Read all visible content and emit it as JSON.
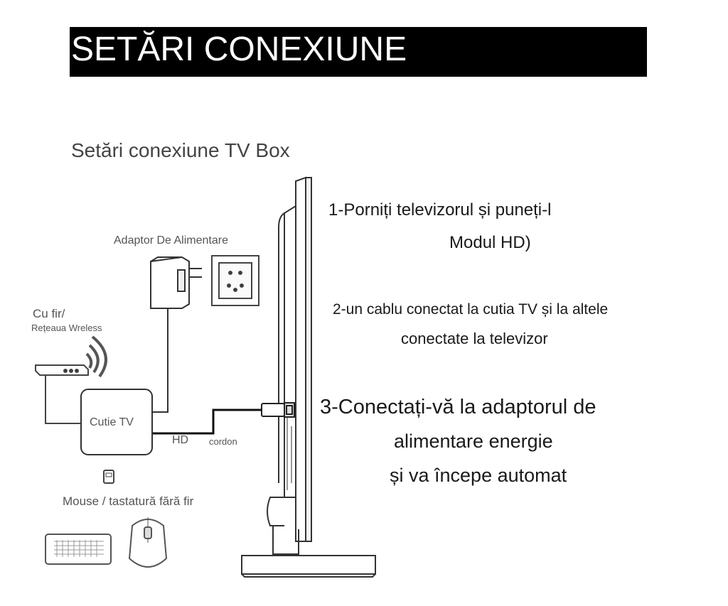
{
  "header": {
    "title": "SETĂRI CONEXIUNE"
  },
  "subtitle": "Setări conexiune TV Box",
  "steps": {
    "step1_line1": "1-Porniți televizorul și puneți-l",
    "step1_line2": "Modul HD)",
    "step2_line1": "2-un cablu conectat la cutia TV și la altele",
    "step2_line2": "conectate la televizor",
    "step3_line1": "3-Conectați-vă la adaptorul de",
    "step3_line2": "alimentare energie",
    "step3_line3": "și va începe automat"
  },
  "labels": {
    "power_adapter": "Adaptor De Alimentare",
    "wired": "Cu fir/",
    "wireless": "Rețeaua Wreless",
    "tv_box": "Cutie TV",
    "hd": "HD",
    "cord": "cordon",
    "mouse_keyboard": "Mouse / tastatură fără fir"
  },
  "icons": [
    "power-adapter-icon",
    "wall-socket-icon",
    "router-icon",
    "wifi-signal-icon",
    "tv-box-icon",
    "usb-receiver-icon",
    "keyboard-icon",
    "mouse-icon",
    "tv-side-icon",
    "hdmi-plug-icon"
  ]
}
